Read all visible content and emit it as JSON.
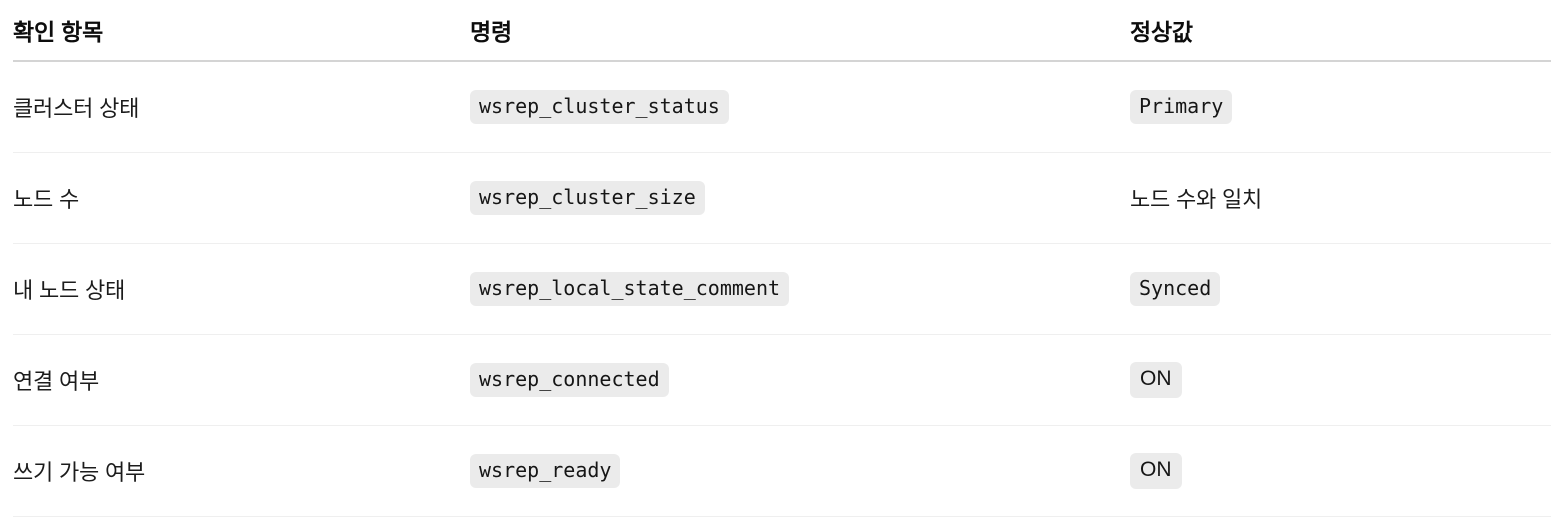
{
  "table": {
    "headers": {
      "item": "확인 항목",
      "command": "명령",
      "normal_value": "정상값"
    },
    "rows": [
      {
        "item": "클러스터 상태",
        "command": "wsrep_cluster_status",
        "command_style": "code",
        "value": "Primary",
        "value_style": "code"
      },
      {
        "item": "노드 수",
        "command": "wsrep_cluster_size",
        "command_style": "code",
        "value": "노드 수와 일치",
        "value_style": "plain"
      },
      {
        "item": "내 노드 상태",
        "command": "wsrep_local_state_comment",
        "command_style": "code",
        "value": "Synced",
        "value_style": "code"
      },
      {
        "item": "연결 여부",
        "command": "wsrep_connected",
        "command_style": "code",
        "value": "ON",
        "value_style": "code-sans"
      },
      {
        "item": "쓰기 가능 여부",
        "command": "wsrep_ready",
        "command_style": "code",
        "value": "ON",
        "value_style": "code-sans"
      }
    ]
  },
  "colors": {
    "page_background": "#ffffff",
    "text": "#1c1c1c",
    "header_text": "#0d0d0d",
    "header_rule": "#d4d4d4",
    "row_rule": "#efefef",
    "chip_background": "#ebebeb"
  }
}
